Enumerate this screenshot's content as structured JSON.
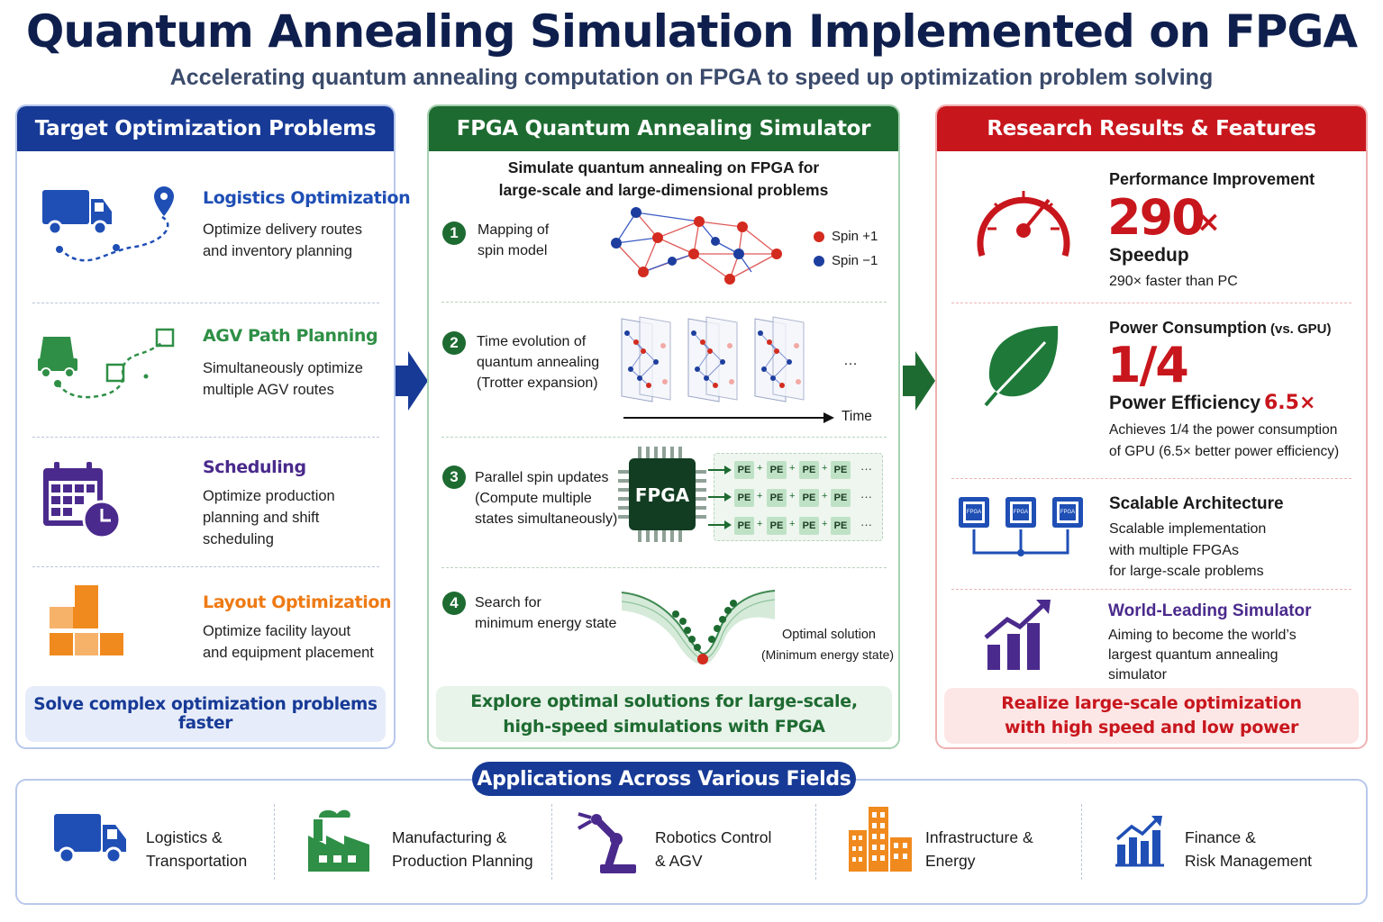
{
  "title": "Quantum Annealing Simulation Implemented on FPGA",
  "subtitle": "Accelerating quantum annealing computation on FPGA to speed up optimization problem solving",
  "colors": {
    "navy": "#173a96",
    "green": "#1e6b31",
    "red": "#c8161d",
    "purple": "#4a2a8c",
    "orange": "#f08a1e"
  },
  "left_panel": {
    "header": "Target Optimization Problems",
    "items": [
      {
        "icon": "truck-route-icon",
        "title": "Logistics Optimization",
        "desc1": "Optimize delivery routes",
        "desc2": "and inventory planning"
      },
      {
        "icon": "agv-path-icon",
        "title": "AGV Path Planning",
        "desc1": "Simultaneously optimize",
        "desc2": "multiple AGV routes"
      },
      {
        "icon": "calendar-clock-icon",
        "title": "Scheduling",
        "desc1": "Optimize production",
        "desc2": "planning and shift",
        "desc3": "scheduling"
      },
      {
        "icon": "layout-blocks-icon",
        "title": "Layout Optimization",
        "desc1": "Optimize facility layout",
        "desc2": "and equipment placement"
      }
    ],
    "footer": "Solve complex optimization problems faster"
  },
  "mid_panel": {
    "header": "FPGA Quantum Annealing Simulator",
    "intro1": "Simulate quantum annealing on FPGA for",
    "intro2": "large-scale and large-dimensional problems",
    "steps": [
      {
        "num": "1",
        "line1": "Mapping of",
        "line2": "spin model"
      },
      {
        "num": "2",
        "line1": "Time evolution of",
        "line2": "quantum annealing",
        "line3": "(Trotter expansion)"
      },
      {
        "num": "3",
        "line1": "Parallel spin updates",
        "line2": "(Compute multiple",
        "line3": "states simultaneously)"
      },
      {
        "num": "4",
        "line1": "Search for",
        "line2": "minimum energy state"
      }
    ],
    "legend_up": "Spin +1",
    "legend_down": "Spin −1",
    "ellipsis": "…",
    "time_label": "Time",
    "fpga_label": "FPGA",
    "pe_label": "PE",
    "plus": "+",
    "dots": "···",
    "optimal1": "Optimal solution",
    "optimal2": "(Minimum energy state)",
    "footer1": "Explore optimal solutions for large-scale,",
    "footer2": "high-speed simulations with FPGA"
  },
  "right_panel": {
    "header": "Research Results & Features",
    "perf_title": "Performance Improvement",
    "perf_value": "290",
    "perf_times": "×",
    "perf_label": "Speedup",
    "perf_desc": "290× faster than PC",
    "power_title": "Power Consumption",
    "power_vs": "(vs. GPU)",
    "power_value": "1/4",
    "eff_label": "Power Efficiency",
    "eff_value": "6.5×",
    "power_desc1": "Achieves 1/4 the power consumption",
    "power_desc2": "of GPU (6.5× better power efficiency)",
    "chip_label": "FPGA",
    "scal_title": "Scalable Architecture",
    "scal_desc1": "Scalable implementation",
    "scal_desc2": "with multiple FPGAs",
    "scal_desc3": "for large-scale problems",
    "world_title": "World-Leading Simulator",
    "world_desc1": "Aiming to become the world’s",
    "world_desc2": "largest quantum annealing",
    "world_desc3": "simulator",
    "footer1": "Realize large-scale optimization",
    "footer2": "with high speed and low power"
  },
  "applications": {
    "title": "Applications Across Various Fields",
    "items": [
      {
        "icon": "truck-icon",
        "line1": "Logistics &",
        "line2": "Transportation"
      },
      {
        "icon": "factory-icon",
        "line1": "Manufacturing &",
        "line2": "Production Planning"
      },
      {
        "icon": "robot-arm-icon",
        "line1": "Robotics Control",
        "line2": "& AGV"
      },
      {
        "icon": "buildings-icon",
        "line1": "Infrastructure &",
        "line2": "Energy"
      },
      {
        "icon": "finance-chart-icon",
        "line1": "Finance &",
        "line2": "Risk Management"
      }
    ]
  }
}
